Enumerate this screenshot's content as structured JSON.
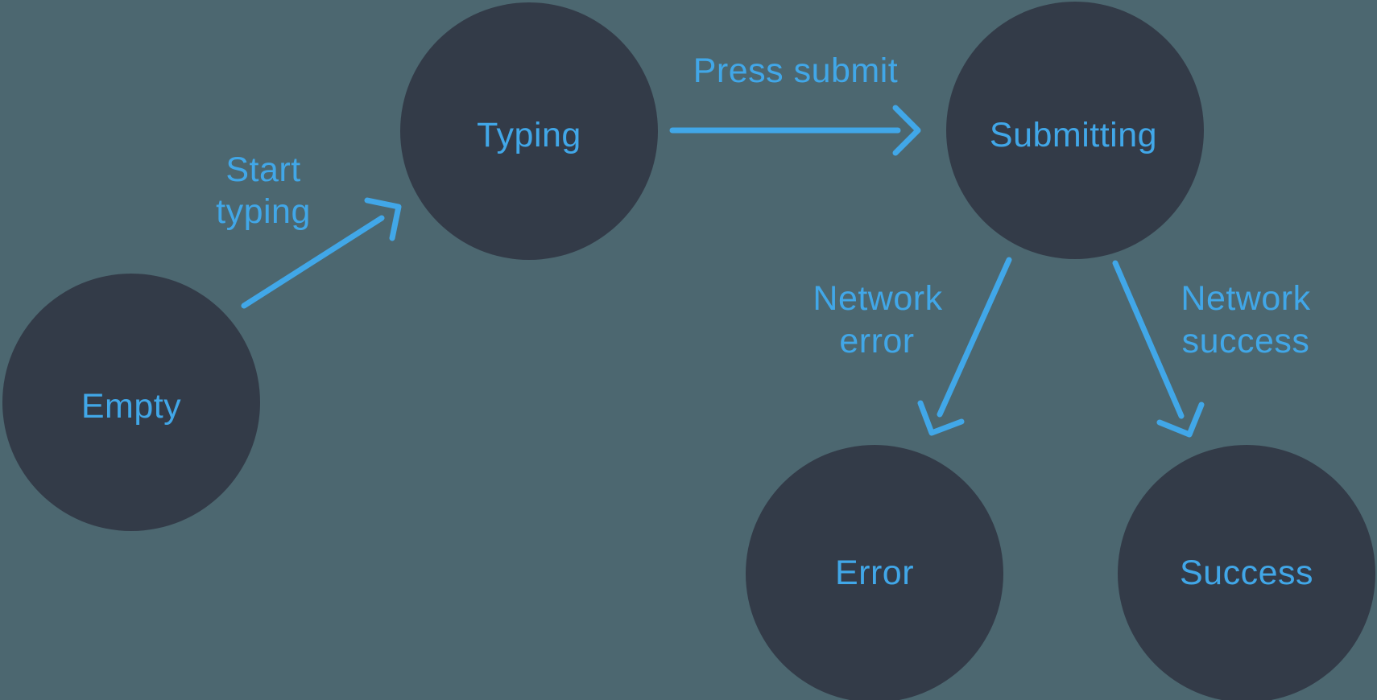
{
  "diagram": {
    "kind": "state-machine",
    "colors": {
      "background": "#4c6770",
      "state_fill": "#333b48",
      "accent": "#41a7e8"
    },
    "states": [
      {
        "id": "empty",
        "label": "Empty"
      },
      {
        "id": "typing",
        "label": "Typing"
      },
      {
        "id": "submitting",
        "label": "Submitting"
      },
      {
        "id": "error",
        "label": "Error"
      },
      {
        "id": "success",
        "label": "Success"
      }
    ],
    "transitions": [
      {
        "from": "empty",
        "to": "typing",
        "label_lines": [
          "Start",
          "typing"
        ]
      },
      {
        "from": "typing",
        "to": "submitting",
        "label_lines": [
          "Press submit"
        ]
      },
      {
        "from": "submitting",
        "to": "error",
        "label_lines": [
          "Network",
          "error"
        ]
      },
      {
        "from": "submitting",
        "to": "success",
        "label_lines": [
          "Network",
          "success"
        ]
      }
    ]
  }
}
